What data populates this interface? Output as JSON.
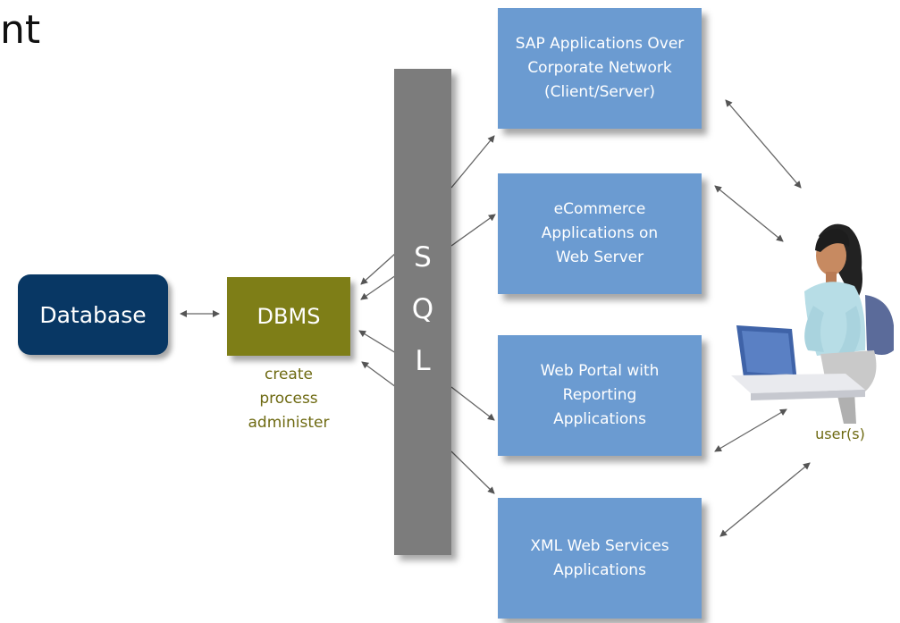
{
  "title": "nt",
  "nodes": {
    "database": "Database",
    "dbms": "DBMS",
    "dbms_caption": [
      "create",
      "process",
      "administer"
    ],
    "sql_letters": [
      "S",
      "Q",
      "L"
    ],
    "apps": [
      [
        "SAP Applications Over",
        "Corporate Network",
        "(Client/Server)"
      ],
      [
        "eCommerce",
        "Applications on",
        "Web Server"
      ],
      [
        "Web Portal with",
        "Reporting",
        "Applications"
      ],
      [
        "XML Web Services",
        "Applications"
      ]
    ],
    "user_caption": "user(s)"
  },
  "colors": {
    "database": "#083764",
    "dbms": "#7e7e17",
    "sql_bar": "#7c7c7c",
    "app_box": "#6b9bd1",
    "caption_text": "#6e6a12",
    "arrow": "#555555"
  },
  "icons": {
    "user": "person-at-laptop-icon"
  }
}
